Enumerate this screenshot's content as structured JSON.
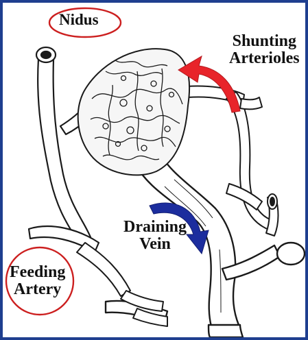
{
  "labels": {
    "nidus": "Nidus",
    "shunting_line1": "Shunting",
    "shunting_line2": "Arterioles",
    "draining_line1": "Draining",
    "draining_line2": "Vein",
    "feeding_line1": "Feeding",
    "feeding_line2": "Artery"
  },
  "colors": {
    "frame": "#1f3f8f",
    "highlight_circle": "#cc1f1f",
    "shunt_arrow": "#e8242a",
    "drain_arrow": "#1c2d9e",
    "vessel_fill": "#ffffff",
    "vessel_outline": "#1a1a1a"
  },
  "icons": {
    "shunt_arrow": "curved-arrow-left-icon",
    "drain_arrow": "curved-arrow-down-icon"
  }
}
